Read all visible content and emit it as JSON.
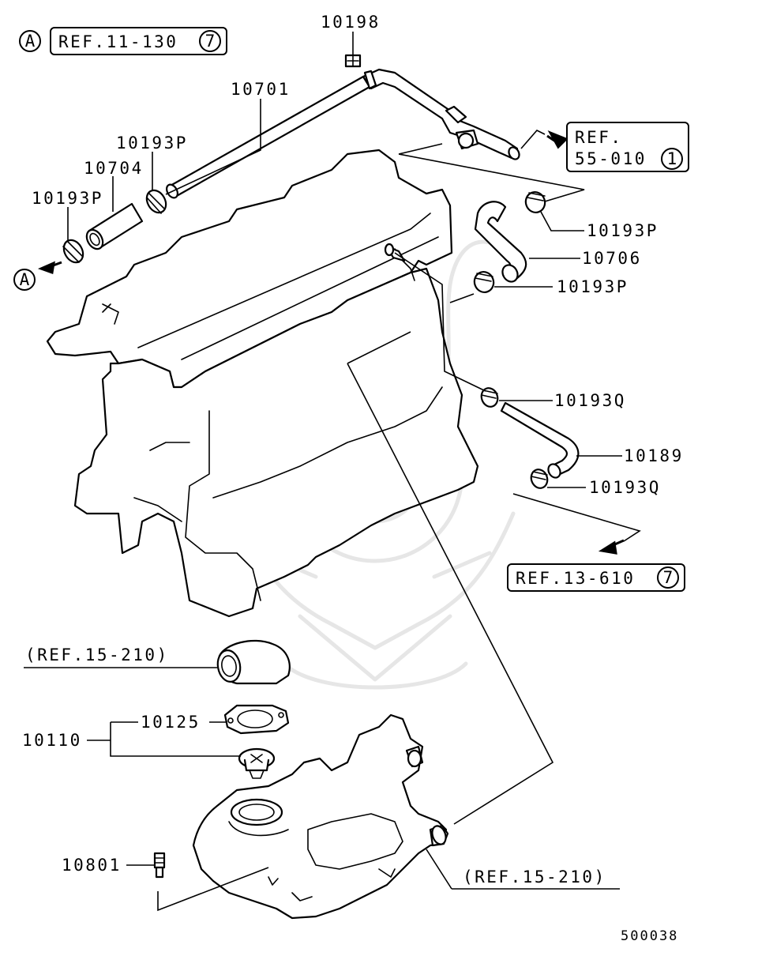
{
  "refs": {
    "top_left_marker": "A",
    "top_left_ref": "REF.11-130",
    "top_left_ref_num": "7",
    "top_right_ref_line1": "REF.",
    "top_right_ref_line2": "55-010",
    "top_right_ref_num": "1",
    "mid_right_ref": "REF.13-610",
    "mid_right_ref_num": "7",
    "left_arrow_marker": "A",
    "ref_15_210_upper": "(REF.15-210)",
    "ref_15_210_lower": "(REF.15-210)"
  },
  "parts": {
    "p10198": "10198",
    "p10701": "10701",
    "p10193P_a": "10193P",
    "p10704": "10704",
    "p10193P_b": "10193P",
    "p10193P_c": "10193P",
    "p10706": "10706",
    "p10193P_d": "10193P",
    "p10193Q_a": "10193Q",
    "p10189": "10189",
    "p10193Q_b": "10193Q",
    "p10125": "10125",
    "p10110": "10110",
    "p10801": "10801"
  },
  "diagram_code": "500038"
}
